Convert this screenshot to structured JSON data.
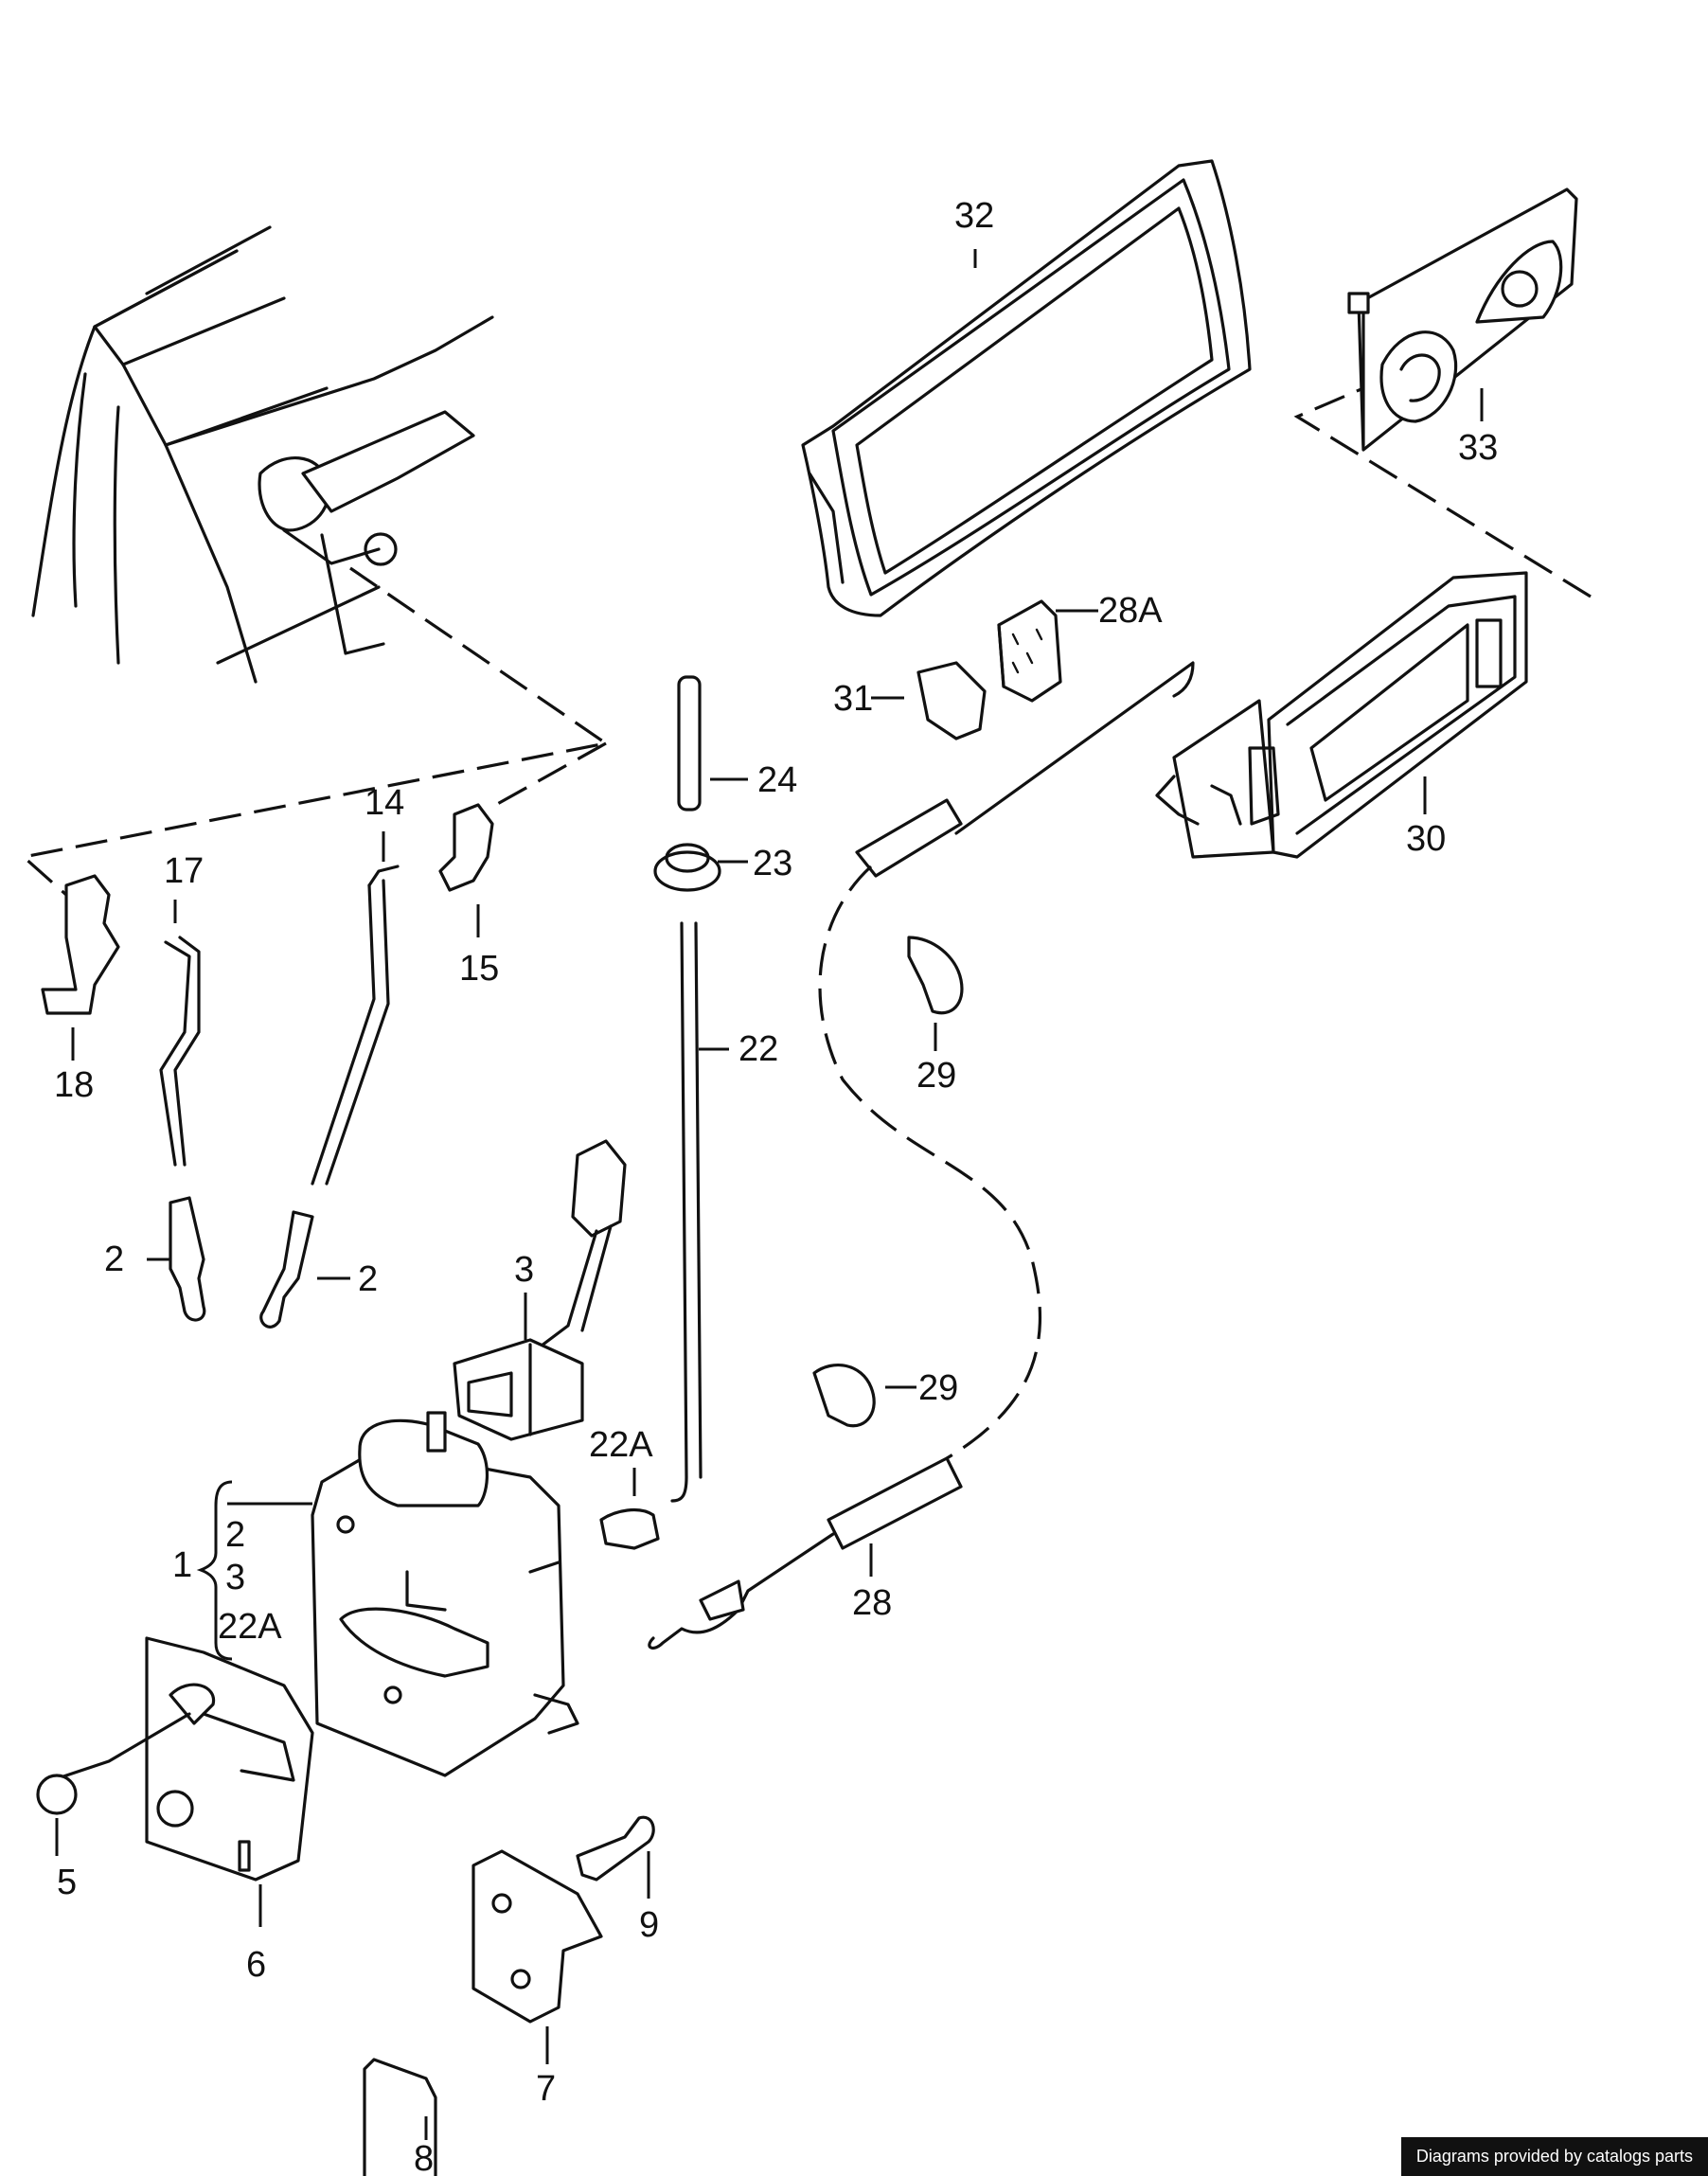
{
  "labels": {
    "p1": "1",
    "p2a": "2",
    "p2b": "2",
    "p2c": "2",
    "p3": "3",
    "p3b": "3",
    "p5": "5",
    "p6": "6",
    "p7": "7",
    "p8": "8",
    "p9": "9",
    "p14": "14",
    "p15": "15",
    "p17": "17",
    "p18": "18",
    "p22": "22",
    "p22a": "22A",
    "p22a_b": "22A",
    "p23": "23",
    "p24": "24",
    "p28": "28",
    "p28a": "28A",
    "p29a": "29",
    "p29b": "29",
    "p30": "30",
    "p31": "31",
    "p32": "32",
    "p33": "33"
  },
  "credit": "Diagrams provided by catalogs parts"
}
